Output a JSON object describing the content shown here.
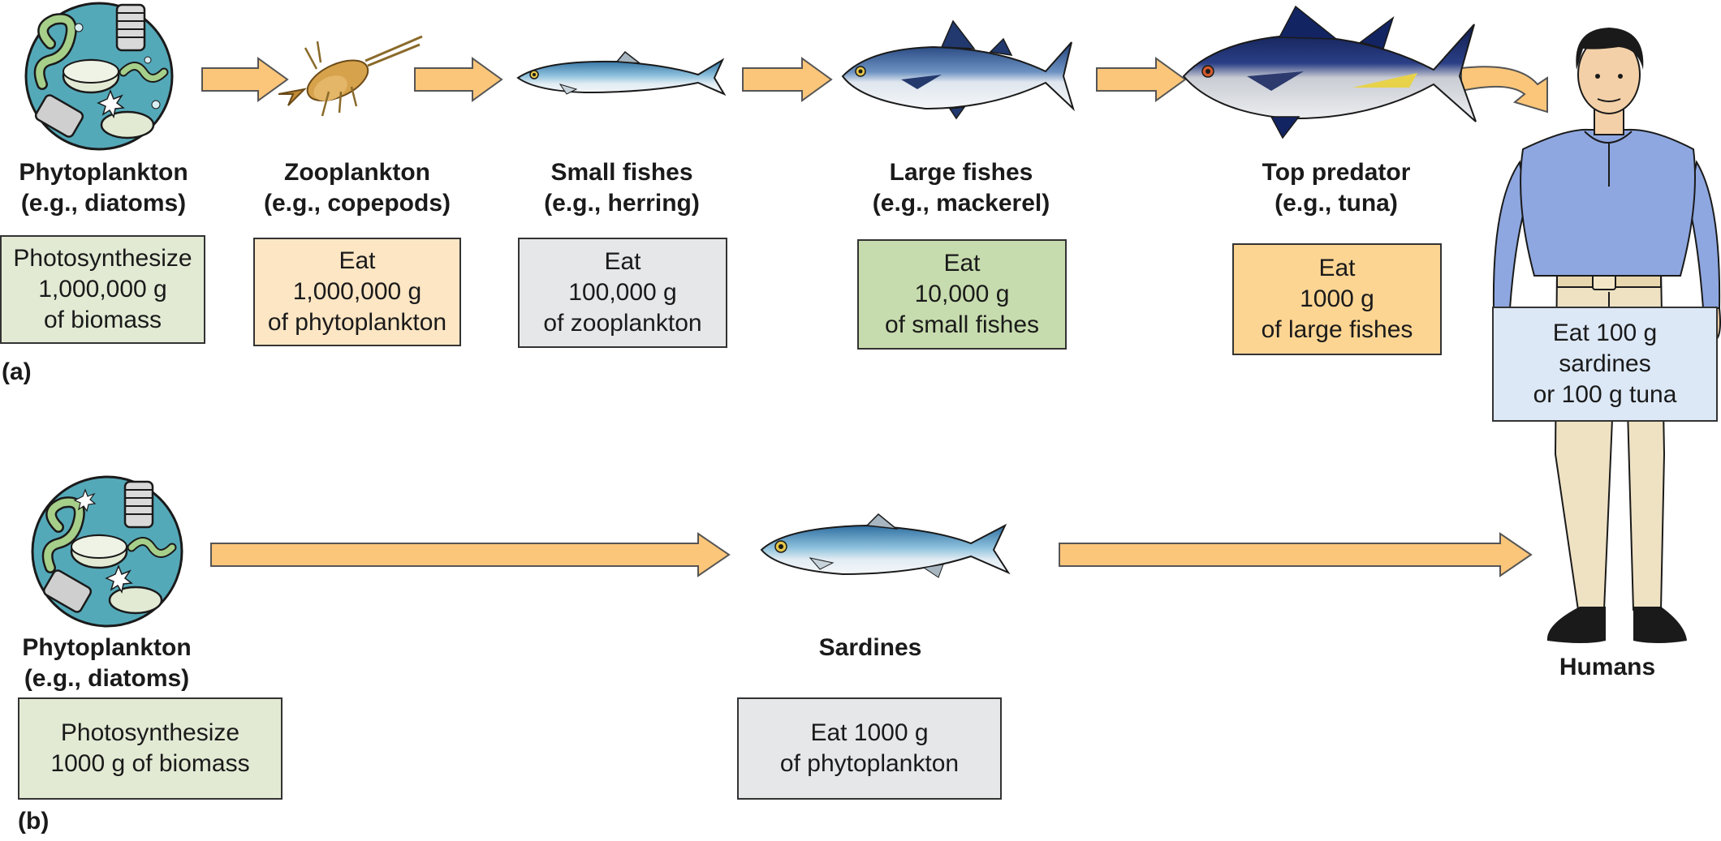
{
  "colors": {
    "arrow_fill": "#fbc67a",
    "arrow_stroke": "#555555",
    "box_green_light": "#e2ead4",
    "box_peach": "#fde6c4",
    "box_grey": "#e6e7e9",
    "box_green": "#c7dcae",
    "box_orange": "#fcd593",
    "box_blue": "#dce8f6",
    "plankton_disc": "#54a9b9"
  },
  "panel_a": {
    "label": "(a)",
    "stages": [
      {
        "name": "Phytoplankton",
        "example": "(e.g., diatoms)",
        "box_lines": [
          "Photosynthesize",
          "1,000,000 g",
          "of biomass"
        ],
        "icon": "diatom-cluster-icon"
      },
      {
        "name": "Zooplankton",
        "example": "(e.g., copepods)",
        "box_lines": [
          "Eat",
          "1,000,000 g",
          "of phytoplankton"
        ],
        "icon": "copepod-icon"
      },
      {
        "name": "Small fishes",
        "example": "(e.g., herring)",
        "box_lines": [
          "Eat",
          "100,000 g",
          "of zooplankton"
        ],
        "icon": "herring-icon"
      },
      {
        "name": "Large fishes",
        "example": "(e.g., mackerel)",
        "box_lines": [
          "Eat",
          "10,000 g",
          "of small fishes"
        ],
        "icon": "mackerel-icon"
      },
      {
        "name": "Top predator",
        "example": "(e.g., tuna)",
        "box_lines": [
          "Eat",
          "1000 g",
          "of large fishes"
        ],
        "icon": "tuna-icon"
      }
    ]
  },
  "humans": {
    "name": "Humans",
    "box_lines": [
      "Eat 100 g",
      "sardines",
      "or 100 g tuna"
    ],
    "icon": "human-figure-icon"
  },
  "panel_b": {
    "label": "(b)",
    "stages": [
      {
        "name": "Phytoplankton",
        "example": "(e.g., diatoms)",
        "box_lines": [
          "Photosynthesize",
          "1000 g of biomass"
        ],
        "icon": "diatom-cluster-icon"
      },
      {
        "name": "Sardines",
        "example": "",
        "box_lines": [
          "Eat 1000 g",
          "of phytoplankton"
        ],
        "icon": "sardine-icon"
      }
    ]
  }
}
